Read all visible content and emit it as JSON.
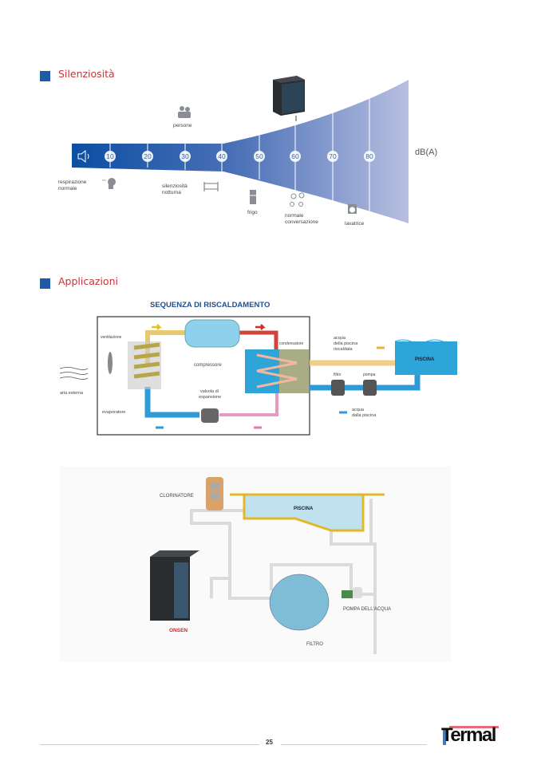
{
  "sections": {
    "silenziosita": {
      "title": "Silenziosità"
    },
    "applicazioni": {
      "title": "Applicazioni"
    }
  },
  "noise_scale": {
    "unit": "dB(A)",
    "ticks": [
      "10",
      "20",
      "30",
      "40",
      "50",
      "60",
      "70",
      "80"
    ],
    "labels": {
      "respirazione": [
        "respirazione",
        "normale"
      ],
      "persone": "persone",
      "silenziosita_notturna": [
        "silenziosità",
        "notturna"
      ],
      "frigo": "frigo",
      "conversazione": [
        "normale",
        "conversazione"
      ],
      "lavatrice": "lavatrice"
    },
    "colors": {
      "dark": "#0b4ea2",
      "light": "#b8bfe0"
    }
  },
  "heating_diagram": {
    "title": "SEQUENZA DI RISCALDAMENTO",
    "labels": {
      "ventilazione": "ventilazione",
      "compressore": "compressore",
      "condensatore": "condensatore",
      "acqua_riscaldata": [
        "acqua",
        "della piscina",
        "riscaldata"
      ],
      "piscina": "PISCINA",
      "filtro": "filtro",
      "pompa": "pompa",
      "aria_esterna": "aria esterna",
      "evaporatore": "evaporatore",
      "valvola": [
        "valvola di",
        "espansione"
      ],
      "acqua_dalla": [
        "acqua",
        "dalla piscina"
      ]
    }
  },
  "pool_diagram": {
    "labels": {
      "clorinatore": "CLORINATORE",
      "piscina": "PISCINA",
      "pompa": "POMPA DELL'ACQUA",
      "filtro": "FILTRO",
      "brand": "ONSEN"
    }
  },
  "footer": {
    "page_number": "25",
    "logo": "Termal"
  }
}
